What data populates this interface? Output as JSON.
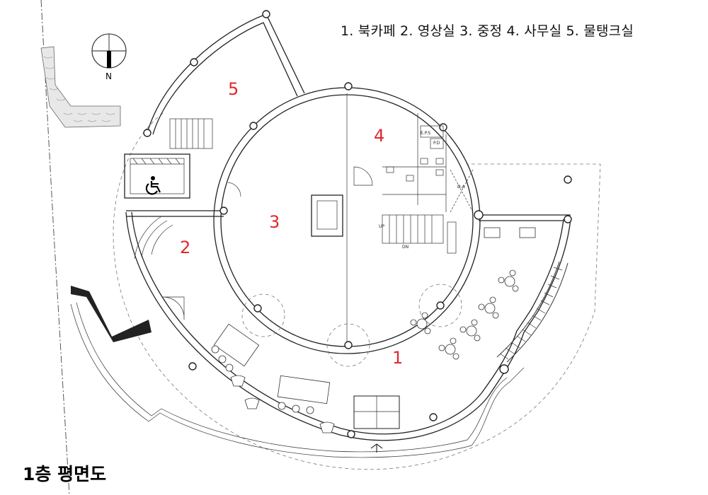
{
  "legend": "1. 북카페  2. 영상실  3. 중정  4. 사무실  5. 물탱크실",
  "plan_title": "1층 평면도",
  "compass": {
    "label": "N"
  },
  "rooms": [
    {
      "number": "1",
      "name": "북카페"
    },
    {
      "number": "2",
      "name": "영상실"
    },
    {
      "number": "3",
      "name": "중정"
    },
    {
      "number": "4",
      "name": "사무실"
    },
    {
      "number": "5",
      "name": "물탱크실"
    }
  ],
  "small_labels": {
    "eps": "E.P.S",
    "pd": "P.D",
    "da": "D.A",
    "up": "UP",
    "dn": "DN"
  },
  "colors": {
    "room_number": "#e0282e",
    "lines": "#222222"
  }
}
